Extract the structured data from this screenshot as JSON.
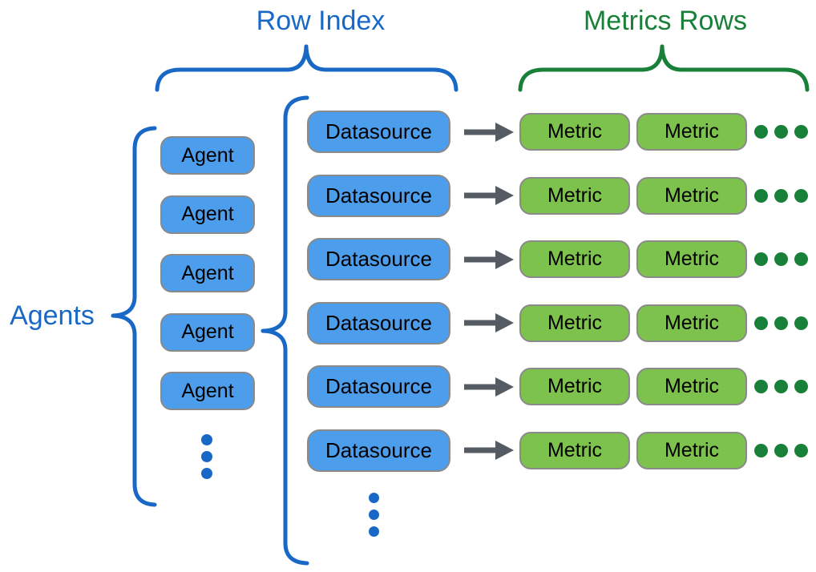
{
  "titles": {
    "row_index": "Row Index",
    "metrics_rows": "Metrics Rows",
    "agents": "Agents"
  },
  "diagram": {
    "agent_label": "Agent",
    "agent_count": 5,
    "datasource_label": "Datasource",
    "datasource_row_count": 6,
    "metric_label": "Metric",
    "metrics_per_row": 2,
    "ellipsis_dots_per_group": 3
  },
  "colors": {
    "blue_accent": "#1a68c6",
    "green_accent": "#188038",
    "box_blue": "#4d9ded",
    "box_green": "#7cc24d",
    "box_border": "#8a8a8a",
    "arrow_gray": "#555b62",
    "box_text": "#000000",
    "background": "#ffffff"
  }
}
